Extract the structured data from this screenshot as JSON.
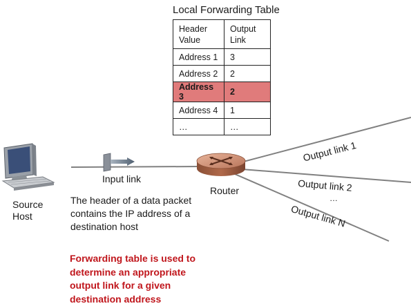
{
  "table": {
    "title": "Local Forwarding Table",
    "headers": [
      "Header Value",
      "Output Link"
    ],
    "rows": [
      [
        "Address 1",
        "3"
      ],
      [
        "Address 2",
        "2"
      ],
      [
        "Address 3",
        "2"
      ],
      [
        "Address 4",
        "1"
      ],
      [
        "…",
        "…"
      ]
    ],
    "highlighted_row": 2,
    "highlight_color": "#e07b7b"
  },
  "labels": {
    "source_host": "Source Host",
    "input_link": "Input link",
    "router": "Router",
    "output_link_1": "Output link 1",
    "output_link_2": "Output link 2",
    "output_link_n": "Output link N",
    "dots": "…"
  },
  "description": "The header of a data packet contains the IP address of a destination host",
  "note": "Forwarding table is used to determine an appropriate output link for a given destination address",
  "colors": {
    "note": "#c0161c",
    "router": "#c98a6a",
    "link": "#808080"
  },
  "icons": [
    "computer-icon",
    "router-icon",
    "packet-icon"
  ]
}
